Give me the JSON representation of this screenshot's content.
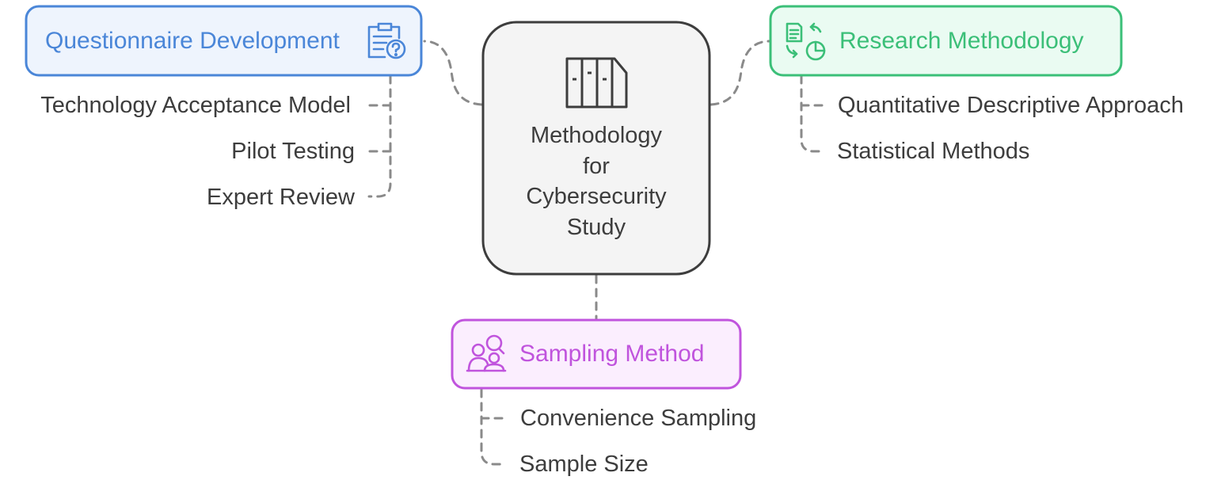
{
  "center": {
    "title_lines": [
      "Methodology",
      "for",
      "Cybersecurity",
      "Study"
    ],
    "icon": "document-columns-icon",
    "fill": "#f4f4f4",
    "stroke": "#3d3d3d"
  },
  "branches": {
    "questionnaire": {
      "title": "Questionnaire Development",
      "icon": "clipboard-question-icon",
      "color": "#4a86d8",
      "fill": "#eef4fd",
      "items": [
        "Technology Acceptance Model",
        "Pilot Testing",
        "Expert Review"
      ]
    },
    "research": {
      "title": "Research Methodology",
      "icon": "document-chart-cycle-icon",
      "color": "#3bbf78",
      "fill": "#eafbf2",
      "items": [
        "Quantitative Descriptive Approach",
        "Statistical Methods"
      ]
    },
    "sampling": {
      "title": "Sampling Method",
      "icon": "people-search-icon",
      "color": "#c054dd",
      "fill": "#fbeefe",
      "items": [
        "Convenience Sampling",
        "Sample Size"
      ]
    }
  }
}
